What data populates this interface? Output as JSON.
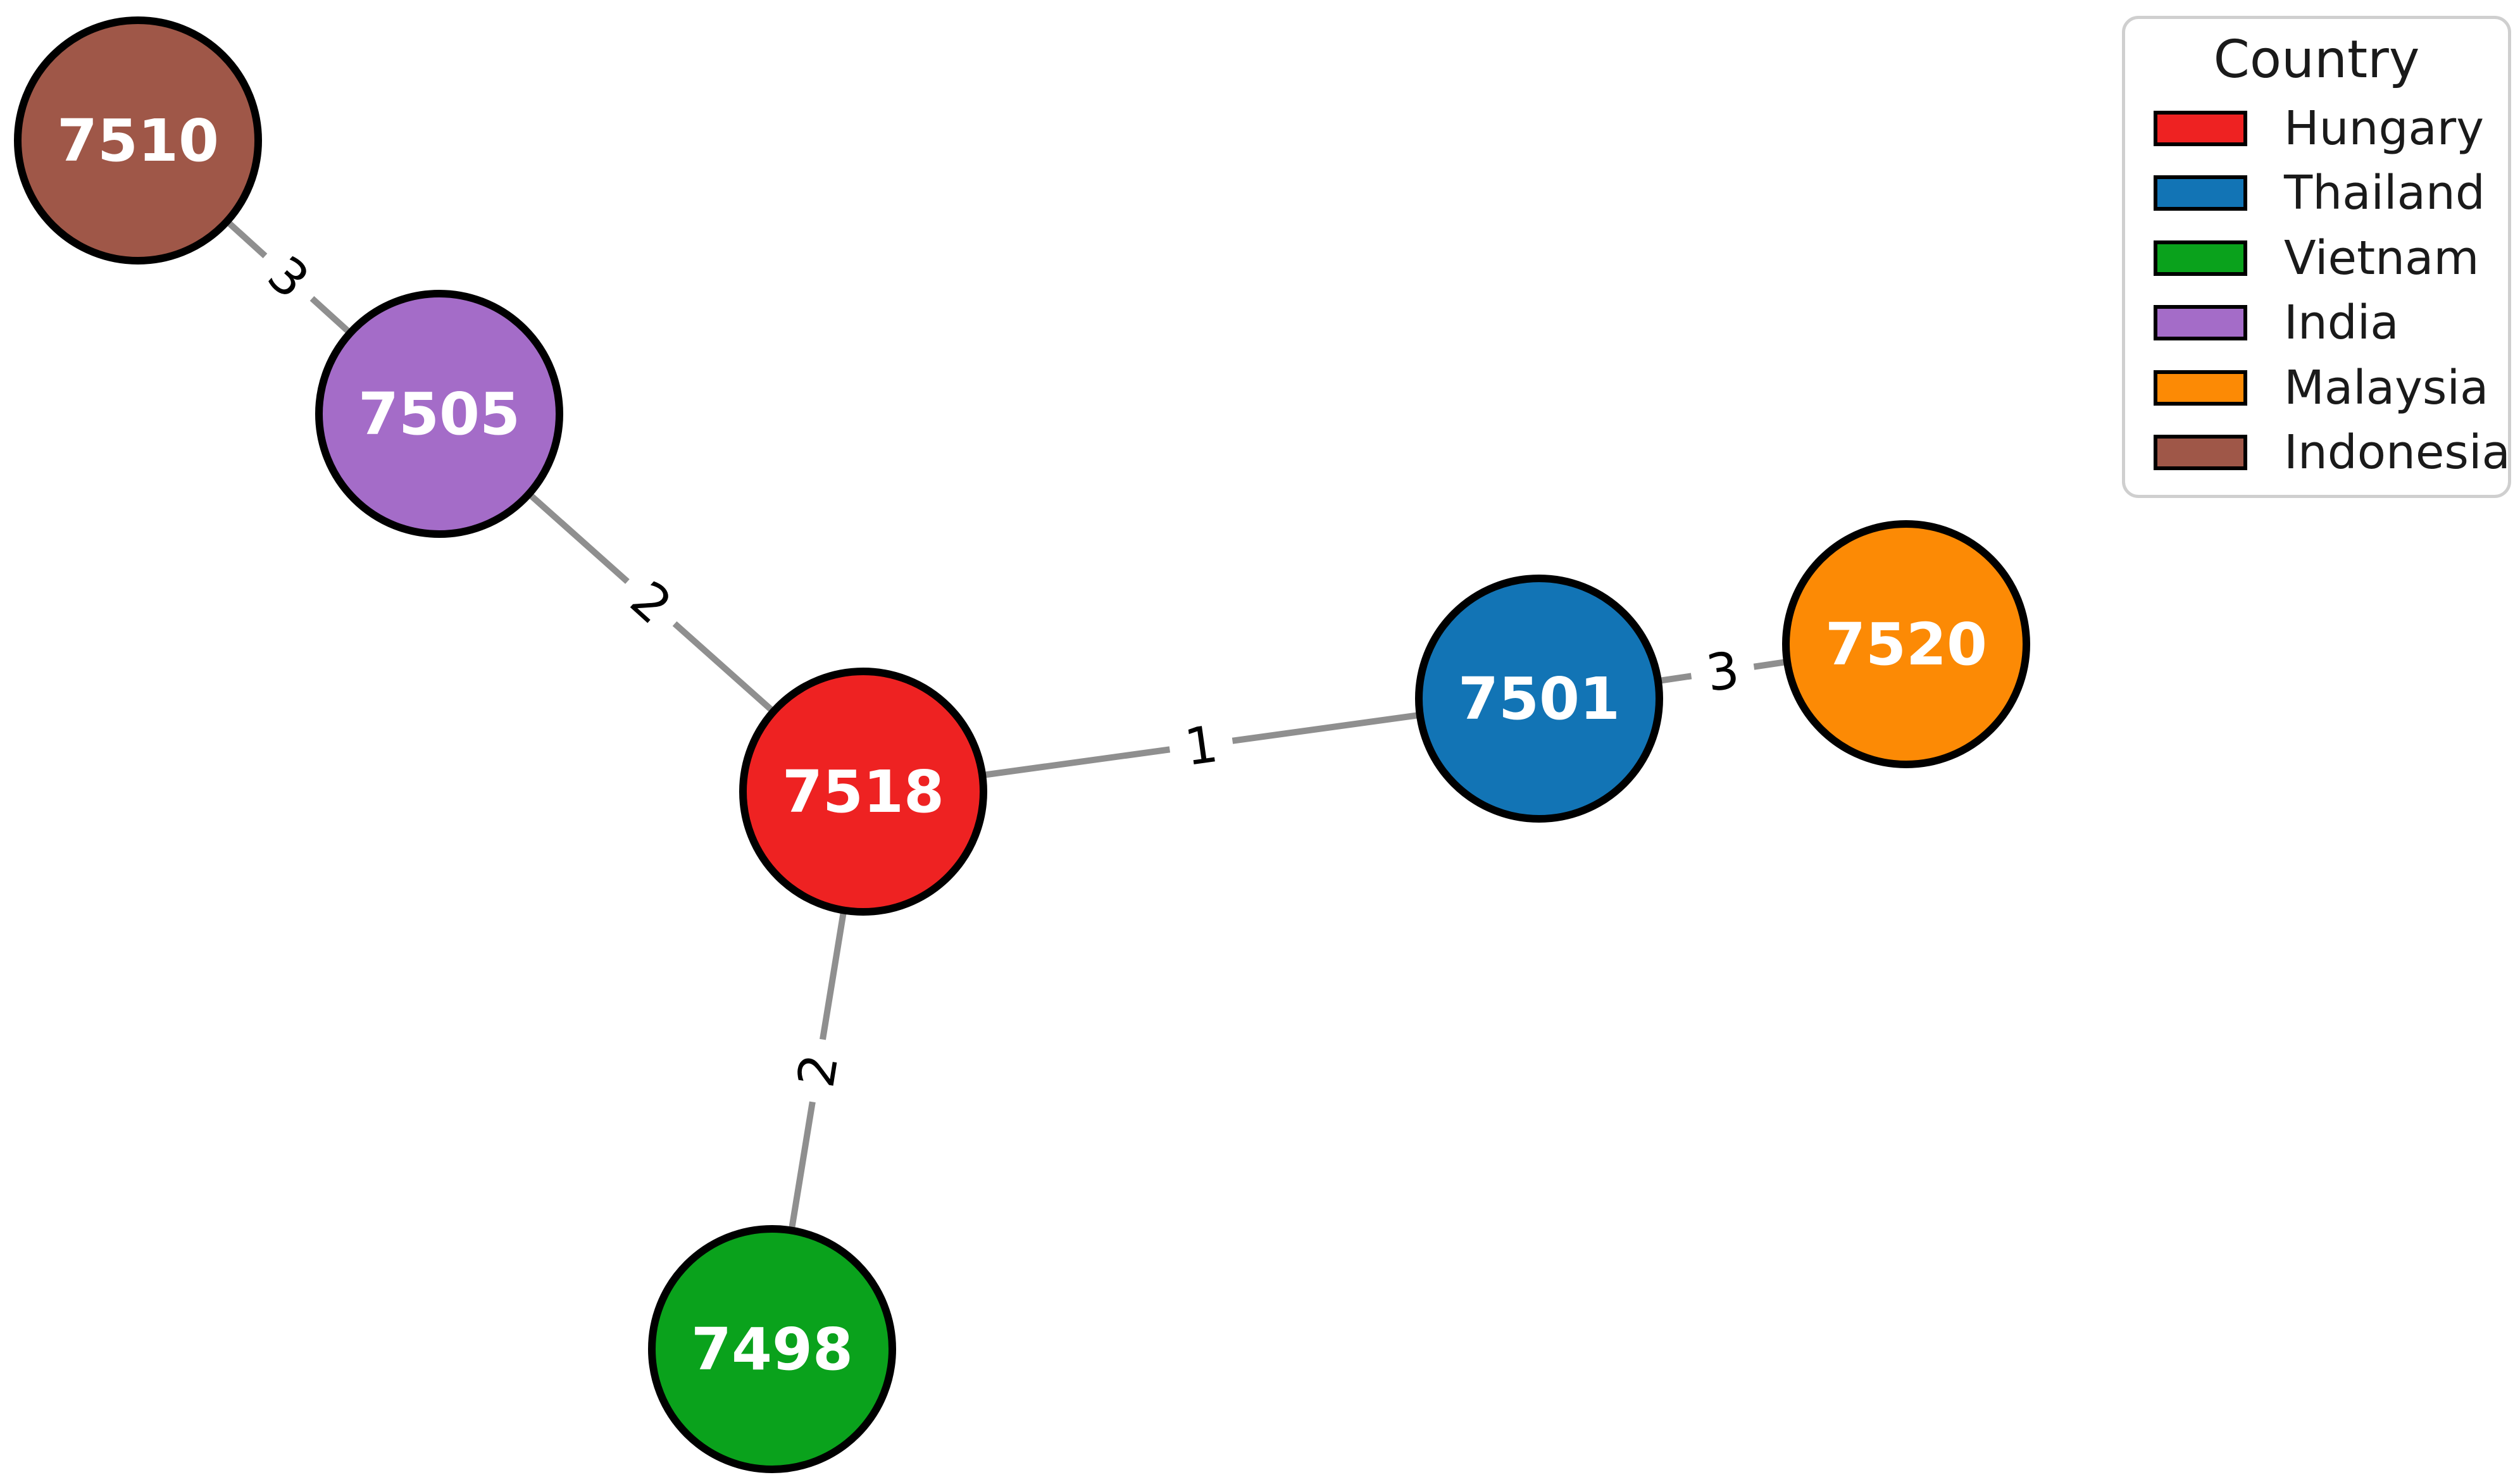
{
  "graph": {
    "type": "network",
    "edge_color": "#8f8f8f",
    "node_border_color": "#000000",
    "node_label_color": "#ffffff",
    "nodes": [
      {
        "id": "7510",
        "country": "Indonesia",
        "color": "#9f5748"
      },
      {
        "id": "7505",
        "country": "India",
        "color": "#a46cc8"
      },
      {
        "id": "7518",
        "country": "Hungary",
        "color": "#ee2222"
      },
      {
        "id": "7501",
        "country": "Thailand",
        "color": "#1274b5"
      },
      {
        "id": "7520",
        "country": "Malaysia",
        "color": "#fc8a05"
      },
      {
        "id": "7498",
        "country": "Vietnam",
        "color": "#0aa21c"
      }
    ],
    "edges": [
      {
        "source": "7510",
        "target": "7505",
        "weight": "3"
      },
      {
        "source": "7505",
        "target": "7518",
        "weight": "2"
      },
      {
        "source": "7518",
        "target": "7501",
        "weight": "1"
      },
      {
        "source": "7501",
        "target": "7520",
        "weight": "3"
      },
      {
        "source": "7518",
        "target": "7498",
        "weight": "2"
      }
    ]
  },
  "legend": {
    "title": "Country",
    "items": [
      {
        "label": "Hungary",
        "color": "#ee2222"
      },
      {
        "label": "Thailand",
        "color": "#1274b5"
      },
      {
        "label": "Vietnam",
        "color": "#0aa21c"
      },
      {
        "label": "India",
        "color": "#a46cc8"
      },
      {
        "label": "Malaysia",
        "color": "#fc8a05"
      },
      {
        "label": "Indonesia",
        "color": "#9f5748"
      }
    ]
  }
}
